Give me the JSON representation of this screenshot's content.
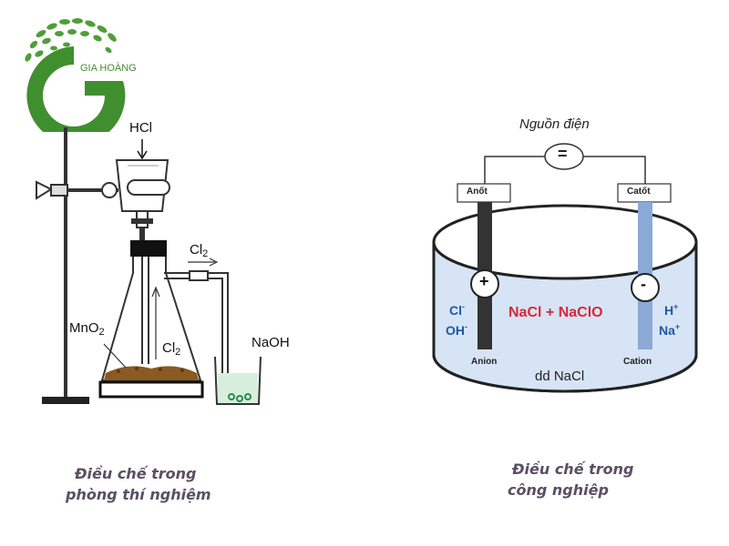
{
  "logo": {
    "text": "GIA HOÀNG",
    "accent": "#3f8f2e"
  },
  "lab": {
    "acid": "HCl",
    "gas": "Cl",
    "gas_sub": "2",
    "gas_inner": "Cl",
    "gas_inner_sub": "2",
    "oxidant": "MnO",
    "oxidant_sub": "2",
    "absorber": "NaOH",
    "caption_line1": "Điều chế trong",
    "caption_line2": "phòng thí nghiệm"
  },
  "industry": {
    "power_label": "Nguồn điện",
    "power_symbol": "=",
    "anode_label": "Anốt",
    "cathode_label": "Catốt",
    "anode_sign": "+",
    "cathode_sign": "-",
    "anion_1": "Cl",
    "anion_1_charge": "-",
    "anion_2": "OH",
    "anion_2_charge": "-",
    "cation_1": "H",
    "cation_1_charge": "+",
    "cation_2": "Na",
    "cation_2_charge": "+",
    "products": "NaCl + NaClO",
    "anion_label": "Anion",
    "cation_label": "Cation",
    "solution": "dd NaCl",
    "caption_line1": "Điều chế trong",
    "caption_line2": "công nghiệp",
    "colors": {
      "products": "#d8283a",
      "ions": "#1f57a8",
      "solution": "#d6e4f5",
      "cathode": "#8aa9d6"
    }
  }
}
